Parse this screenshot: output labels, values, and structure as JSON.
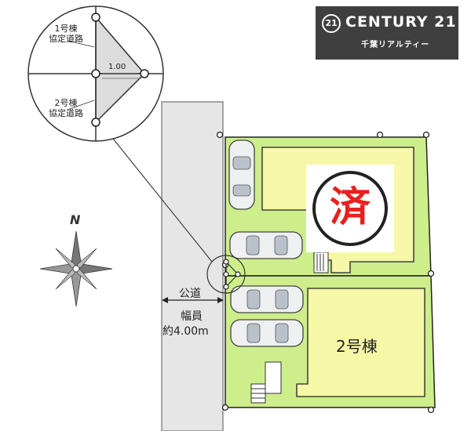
{
  "logo": {
    "mark": "21",
    "brand": "CENTURY 21",
    "branch": "千葉リアルティー",
    "bg_color": "#3f3f3f"
  },
  "inset": {
    "upper_label": [
      "1号棟",
      "協定道路"
    ],
    "lower_label": [
      "2号棟",
      "協定道路"
    ],
    "dimension": "1.00"
  },
  "road": {
    "name": "公道",
    "width_label": "幅員",
    "width_value": "約4.00m"
  },
  "lots": [
    {
      "name": "1号棟",
      "status": "済",
      "label_shown": false
    },
    {
      "name": "2号棟",
      "status": "",
      "label_shown": true
    }
  ],
  "sold_mark": "済",
  "compass": {
    "north": "N",
    "icon": "compass-rose-icon"
  },
  "colors": {
    "lot_green": "#cdee8a",
    "building_yellow": "#f7f7a8",
    "road_gray": "#e6e6e6",
    "sold_red": "#e8201e"
  }
}
